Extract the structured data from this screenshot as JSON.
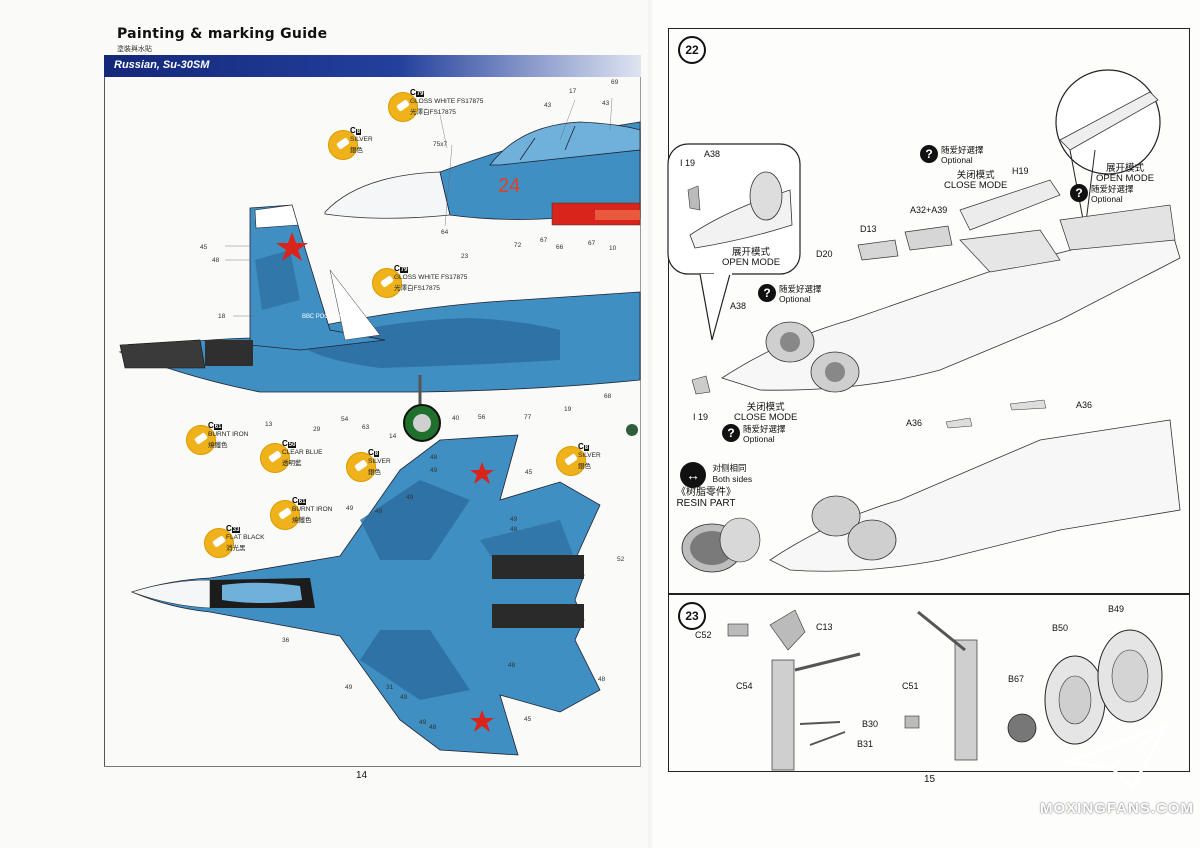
{
  "left_page": {
    "title": "Painting & marking Guide",
    "title_cn": "塗裝與水貼",
    "banner": "Russian, Su-30SM",
    "page_number": "14",
    "fuselage_text": "ВВС РОССИИ",
    "nose_number": "24",
    "callouts": [
      {
        "code": "C",
        "code_num": "79",
        "name": "GLOSS WHITE FS17875",
        "cn": "光澤白FS17875"
      },
      {
        "code": "C",
        "code_num": "8",
        "name": "SILVER",
        "cn": "銀色"
      },
      {
        "code": "C",
        "code_num": "79",
        "name": "GLOSS WHITE FS17875",
        "cn": "光澤白FS17875"
      },
      {
        "code": "C",
        "code_num": "61",
        "name": "BURNT IRON",
        "cn": "燒鐵色"
      },
      {
        "code": "C",
        "code_num": "50",
        "name": "CLEAR BLUE",
        "cn": "透明藍"
      },
      {
        "code": "C",
        "code_num": "8",
        "name": "SILVER",
        "cn": "銀色"
      },
      {
        "code": "C",
        "code_num": "8",
        "name": "SILVER",
        "cn": "銀色"
      },
      {
        "code": "C",
        "code_num": "61",
        "name": "BURNT IRON",
        "cn": "燒鐵色"
      },
      {
        "code": "C",
        "code_num": "33",
        "name": "FLAT BLACK",
        "cn": "消光黑"
      }
    ],
    "decal_numbers": [
      "69",
      "17",
      "43",
      "43",
      "75x7",
      "45",
      "48",
      "18",
      "72",
      "67",
      "66",
      "67",
      "10",
      "64",
      "23",
      "13",
      "29",
      "54",
      "63",
      "14",
      "40",
      "56",
      "77",
      "19",
      "68",
      "48",
      "49",
      "45",
      "49",
      "49",
      "49",
      "49",
      "48",
      "52",
      "36",
      "49",
      "31",
      "49",
      "48",
      "49",
      "48",
      "48",
      "45"
    ]
  },
  "right_page": {
    "page_number": "15",
    "steps": [
      "22",
      "23"
    ],
    "part_labels": [
      "A38",
      "I 19",
      "H19",
      "A32+A39",
      "D13",
      "D20",
      "A38",
      "I 19",
      "A36",
      "A36"
    ],
    "step23_labels": [
      "C52",
      "C13",
      "C54",
      "B30",
      "B31",
      "C51",
      "B67",
      "B50",
      "B49"
    ],
    "open_mode_cn": "展开模式",
    "open_mode_en": "OPEN MODE",
    "close_mode_cn": "关闭模式",
    "close_mode_en": "CLOSE MODE",
    "optional_cn": "随爱好選擇",
    "optional_en": "Optional",
    "both_sides_cn": "对侧相同",
    "both_sides_en": "Both sides",
    "resin_cn": "《树脂零件》",
    "resin_en": "RESIN PART"
  },
  "watermark": "MOXINGFANS.COM",
  "colors": {
    "banner": "#1e3a8f",
    "paint_badge": "#f0b21a",
    "aircraft_blue": "#3f8fc2",
    "aircraft_blue_dark": "#2c6c9f",
    "star_red": "#d9241b"
  }
}
